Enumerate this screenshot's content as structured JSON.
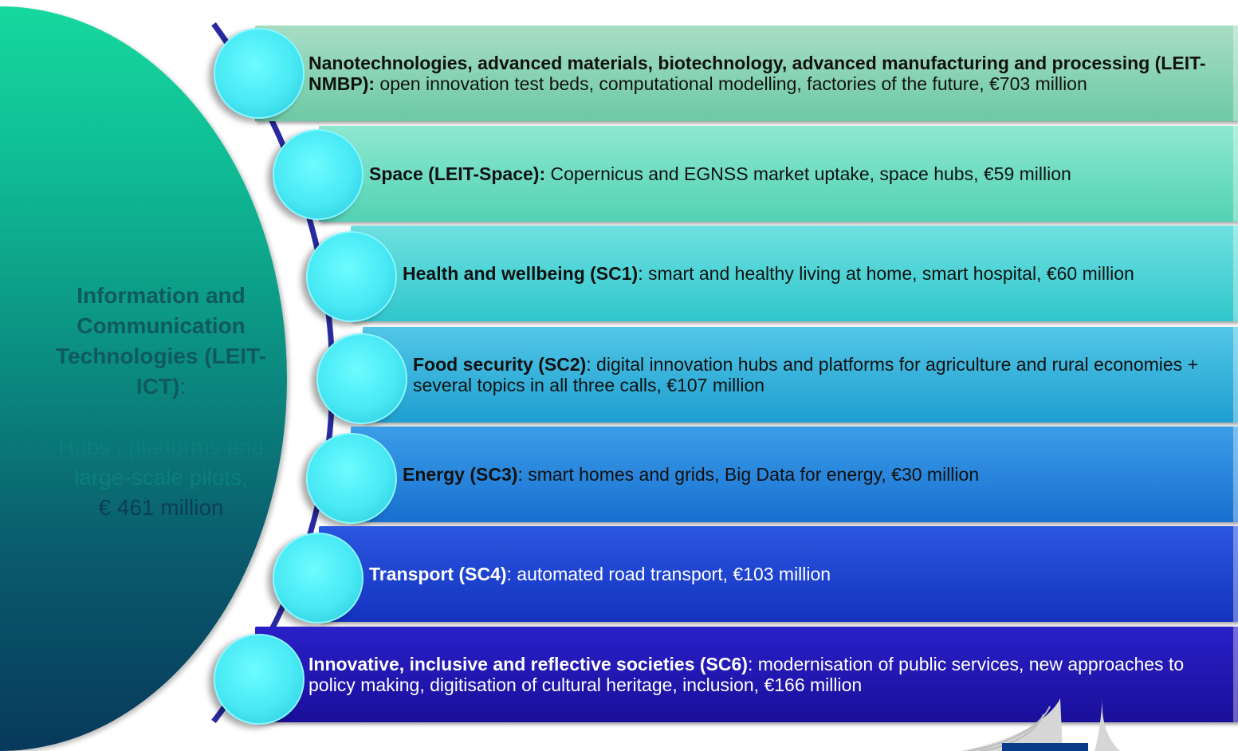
{
  "left_panel": {
    "title": "Information and Communication Technologies (LEIT-ICT)",
    "colon": ":",
    "subtitle": "Digital Innovation Hubs , platforms and large-scale pilots,",
    "amount": "€ 461 million"
  },
  "rows": [
    {
      "bold": "Nanotechnologies, advanced materials, biotechnology, advanced manufacturing and processing (LEIT-NMBP):",
      "rest": " open innovation test beds, computational modelling, factories of the future, €703 million",
      "color_from": "#a8ddc4",
      "color_to": "#6cc9a6"
    },
    {
      "bold": "Space (LEIT-Space):",
      "rest": " Copernicus and EGNSS market uptake, space hubs, €59 million",
      "color_from": "#8ee8d0",
      "color_to": "#52d2b4"
    },
    {
      "bold": "Health and wellbeing (SC1)",
      "rest": ":  smart and healthy living at home, smart hospital, €60 million",
      "color_from": "#6fe0e0",
      "color_to": "#2fc7cc"
    },
    {
      "bold": "Food security (SC2)",
      "rest": ": digital innovation hubs and platforms for agriculture and rural economies + several topics in all three calls, €107 million",
      "color_from": "#52c6e6",
      "color_to": "#1e9fd0"
    },
    {
      "bold": "Energy (SC3)",
      "rest": ": smart homes and grids, Big Data for energy, €30 million",
      "color_from": "#3b9de8",
      "color_to": "#1870d0"
    },
    {
      "bold": "Transport (SC4)",
      "rest": ": automated road transport, €103 million",
      "color_from": "#2a56e0",
      "color_to": "#1433c0"
    },
    {
      "bold": "Innovative, inclusive and reflective societies (SC6)",
      "rest": ": modernisation of public services, new approaches to policy making, digitisation of cultural heritage, inclusion, €166 million",
      "color_from": "#2a20c8",
      "color_to": "#1a0f9a"
    }
  ],
  "colors": {
    "arc_line": "#2a2aa0",
    "logo_blue": "#0b3c8c"
  }
}
